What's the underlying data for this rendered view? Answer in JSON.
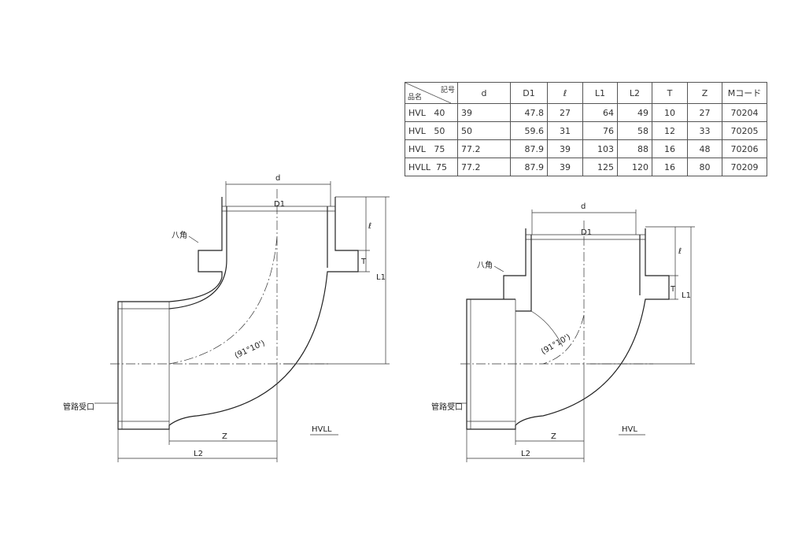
{
  "table": {
    "header": {
      "symbol_label": "記号",
      "name_label": "品名",
      "columns": [
        "d",
        "D1",
        "ℓ",
        "L1",
        "L2",
        "T",
        "Z",
        "Mコード"
      ]
    },
    "rows": [
      {
        "name": "HVL   40",
        "values": [
          "39",
          "47.8",
          "27",
          "64",
          "49",
          "10",
          "27",
          "70204"
        ]
      },
      {
        "name": "HVL   50",
        "values": [
          "50",
          "59.6",
          "31",
          "76",
          "58",
          "12",
          "33",
          "70205"
        ]
      },
      {
        "name": "HVL   75",
        "values": [
          "77.2",
          "87.9",
          "39",
          "103",
          "88",
          "16",
          "48",
          "70206"
        ]
      },
      {
        "name": "HVLL  75",
        "values": [
          "77.2",
          "87.9",
          "39",
          "125",
          "120",
          "16",
          "80",
          "70209"
        ]
      }
    ]
  },
  "drawings": [
    {
      "title": "HVLL",
      "dims": {
        "d": "d",
        "D1": "D1",
        "l": "ℓ",
        "T": "T",
        "L1": "L1",
        "L2": "L2",
        "Z": "Z"
      },
      "angle": "(91°10')",
      "hex_label": "八角",
      "socket_label": "管路受口"
    },
    {
      "title": "HVL",
      "dims": {
        "d": "d",
        "D1": "D1",
        "l": "ℓ",
        "T": "T",
        "L1": "L1",
        "L2": "L2",
        "Z": "Z"
      },
      "angle": "(91°10')",
      "hex_label": "八角",
      "socket_label": "管路受口"
    }
  ]
}
